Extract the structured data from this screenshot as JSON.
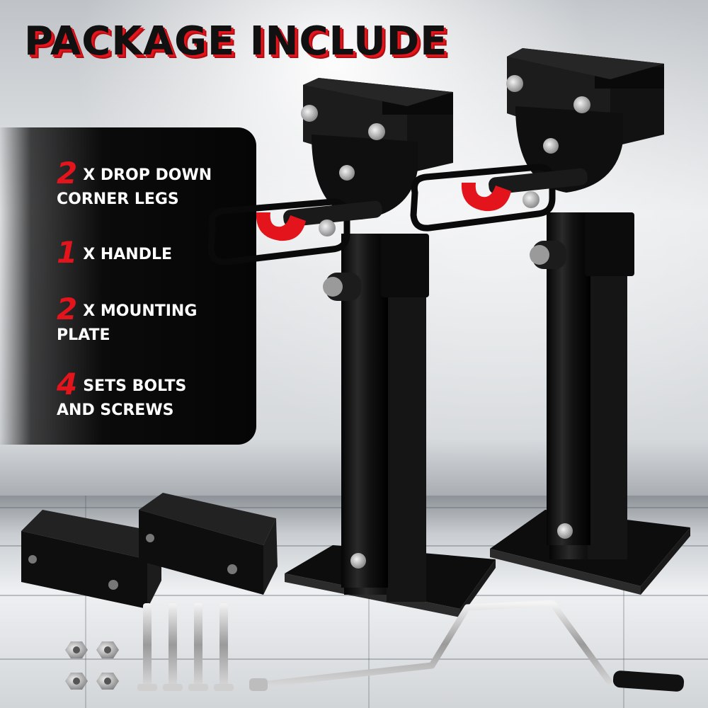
{
  "headline": "PACKAGE INCLUDE",
  "package_items": [
    {
      "qty": "2",
      "line1": "X  DROP DOWN",
      "line2": "CORNER LEGS"
    },
    {
      "qty": "1",
      "line1": "X HANDLE",
      "line2": ""
    },
    {
      "qty": "2",
      "line1": "X MOUNTING",
      "line2": "PLATE"
    },
    {
      "qty": "4",
      "line1": "SETS BOLTS",
      "line2": "AND SCREWS"
    }
  ],
  "colors": {
    "accent": "#e3141b",
    "panel": "#0b0b0b",
    "product": "#111111"
  }
}
